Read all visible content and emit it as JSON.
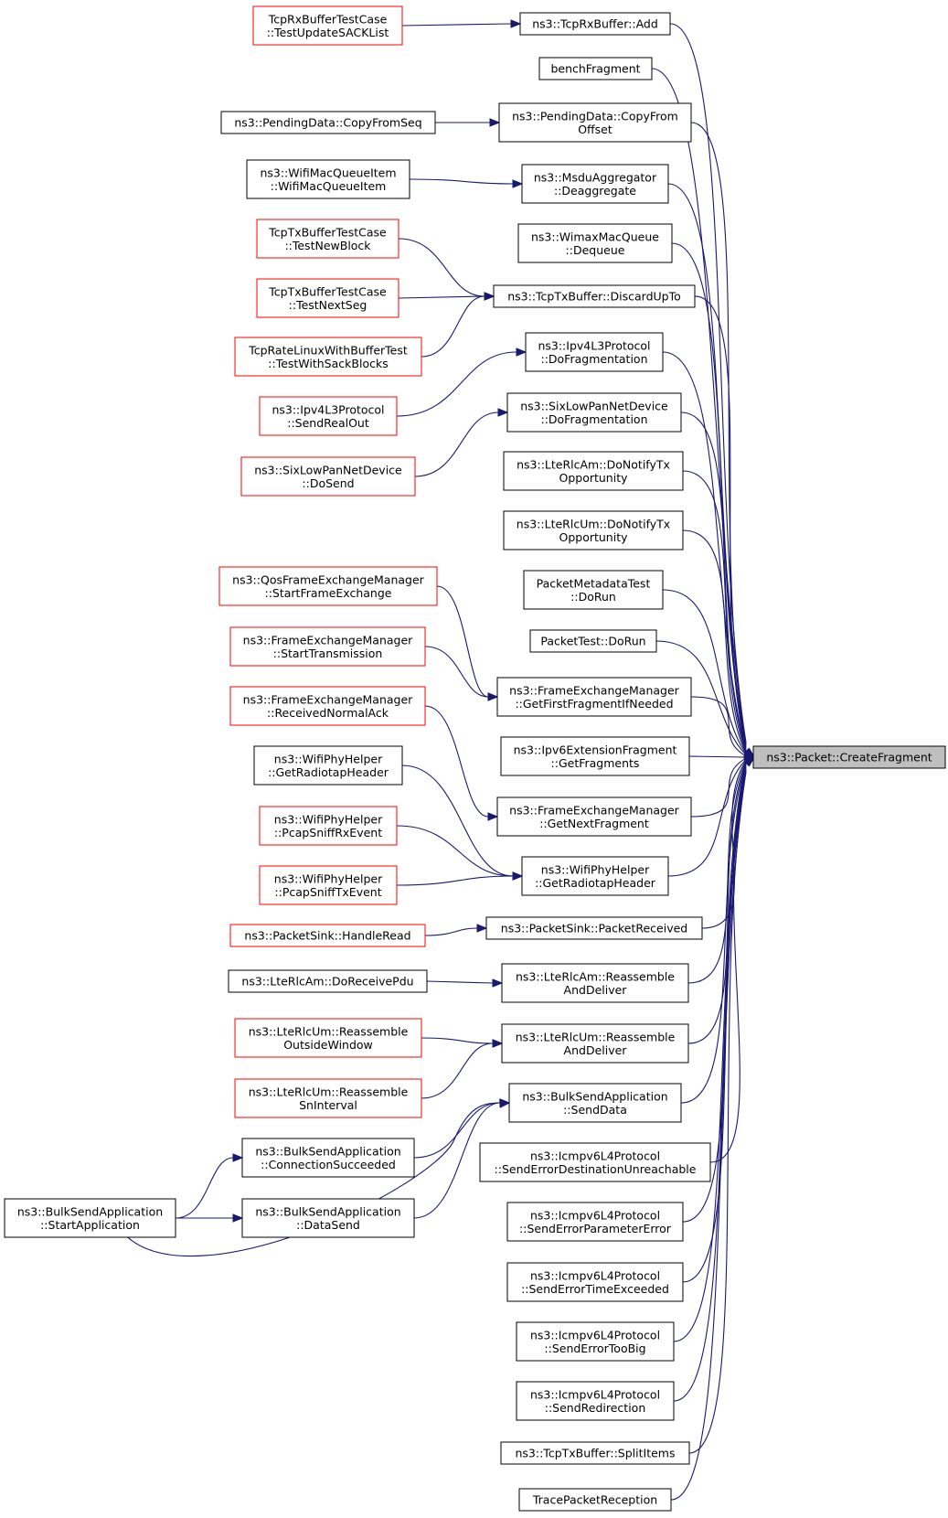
{
  "target": "ns3::Packet::CreateFragment",
  "nodes": {
    "n0": "ns3::Packet::CreateFragment",
    "n1": "ns3::TcpRxBuffer::Add",
    "n2": "benchFragment",
    "n3": "ns3::PendingData::CopyFrom\nOffset",
    "n4": "ns3::MsduAggregator\n::Deaggregate",
    "n5": "ns3::WimaxMacQueue\n::Dequeue",
    "n6": "ns3::TcpTxBuffer::DiscardUpTo",
    "n7": "ns3::Ipv4L3Protocol\n::DoFragmentation",
    "n8": "ns3::SixLowPanNetDevice\n::DoFragmentation",
    "n9": "ns3::LteRlcAm::DoNotifyTx\nOpportunity",
    "n10": "ns3::LteRlcUm::DoNotifyTx\nOpportunity",
    "n11": "PacketMetadataTest\n::DoRun",
    "n12": "PacketTest::DoRun",
    "n13": "ns3::FrameExchangeManager\n::GetFirstFragmentIfNeeded",
    "n14": "ns3::Ipv6ExtensionFragment\n::GetFragments",
    "n15": "ns3::FrameExchangeManager\n::GetNextFragment",
    "n16": "ns3::WifiPhyHelper\n::GetRadiotapHeader",
    "n17": "ns3::PacketSink::PacketReceived",
    "n18": "ns3::LteRlcAm::Reassemble\nAndDeliver",
    "n19": "ns3::LteRlcUm::Reassemble\nAndDeliver",
    "n20": "ns3::BulkSendApplication\n::SendData",
    "n21": "ns3::Icmpv6L4Protocol\n::SendErrorDestinationUnreachable",
    "n22": "ns3::Icmpv6L4Protocol\n::SendErrorParameterError",
    "n23": "ns3::Icmpv6L4Protocol\n::SendErrorTimeExceeded",
    "n24": "ns3::Icmpv6L4Protocol\n::SendErrorTooBig",
    "n25": "ns3::Icmpv6L4Protocol\n::SendRedirection",
    "n26": "ns3::TcpTxBuffer::SplitItems",
    "n27": "TracePacketReception",
    "n28": "TcpRxBufferTestCase\n::TestUpdateSACKList",
    "n29": "ns3::PendingData::CopyFromSeq",
    "n30": "ns3::WifiMacQueueItem\n::WifiMacQueueItem",
    "n31": "TcpTxBufferTestCase\n::TestNewBlock",
    "n32": "TcpTxBufferTestCase\n::TestNextSeg",
    "n33": "TcpRateLinuxWithBufferTest\n::TestWithSackBlocks",
    "n34": "ns3::Ipv4L3Protocol\n::SendRealOut",
    "n35": "ns3::SixLowPanNetDevice\n::DoSend",
    "n36": "ns3::QosFrameExchangeManager\n::StartFrameExchange",
    "n37": "ns3::FrameExchangeManager\n::StartTransmission",
    "n38": "ns3::FrameExchangeManager\n::ReceivedNormalAck",
    "n39": "ns3::WifiPhyHelper\n::GetRadiotapHeader",
    "n40": "ns3::WifiPhyHelper\n::PcapSniffRxEvent",
    "n41": "ns3::WifiPhyHelper\n::PcapSniffTxEvent",
    "n42": "ns3::PacketSink::HandleRead",
    "n43": "ns3::LteRlcAm::DoReceivePdu",
    "n44": "ns3::LteRlcUm::Reassemble\nOutsideWindow",
    "n45": "ns3::LteRlcUm::Reassemble\nSnInterval",
    "n46": "ns3::BulkSendApplication\n::ConnectionSucceeded",
    "n47": "ns3::BulkSendApplication\n::DataSend",
    "n48": "ns3::BulkSendApplication\n::StartApplication"
  }
}
